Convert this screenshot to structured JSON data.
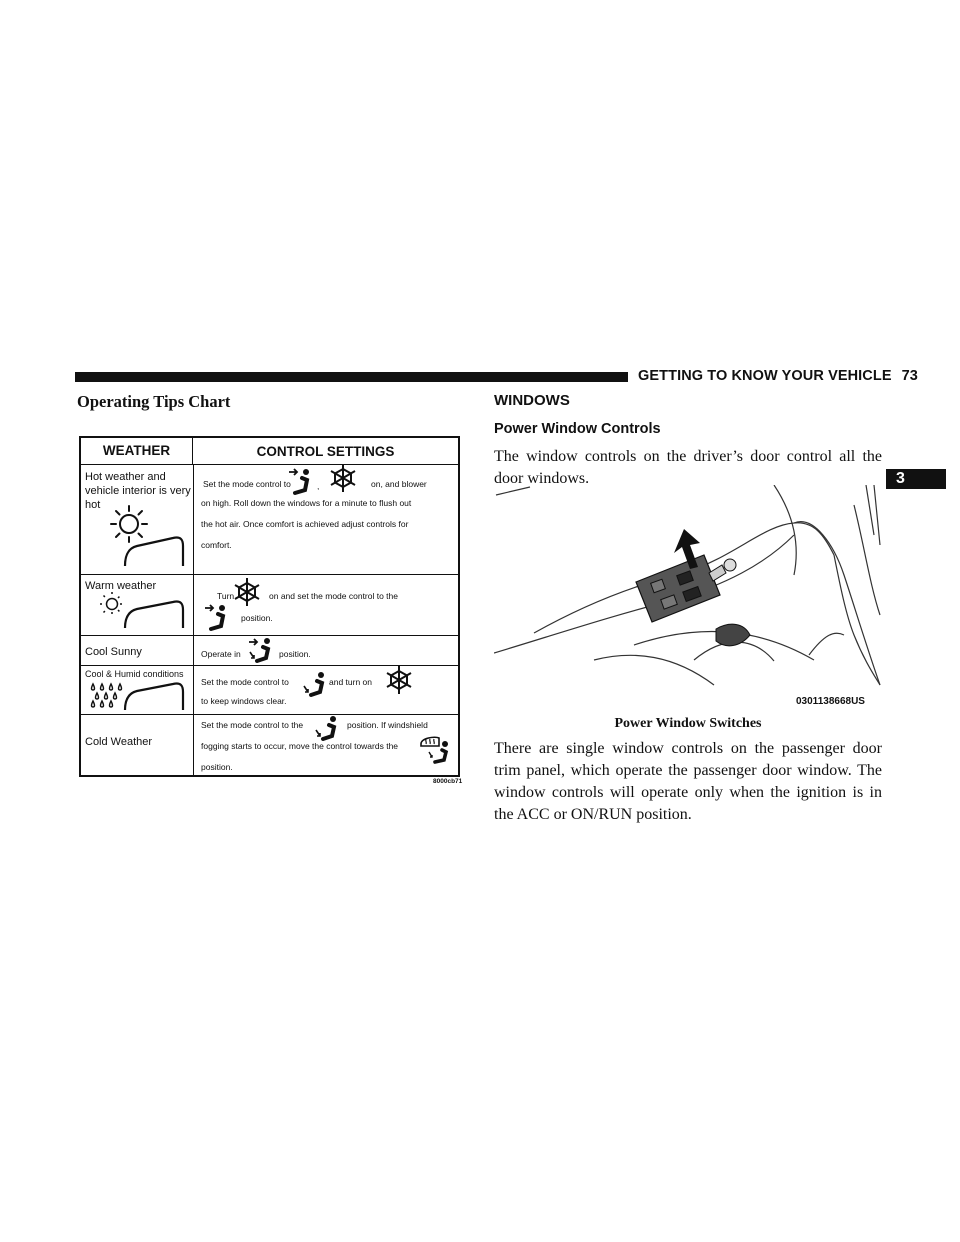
{
  "header": {
    "section": "GETTING TO KNOW YOUR VEHICLE",
    "page_number": "73",
    "chapter_tab": "3"
  },
  "left": {
    "title": "Operating Tips Chart",
    "chart": {
      "col_weather": "WEATHER",
      "col_settings": "CONTROL SETTINGS",
      "rows": [
        {
          "weather_lines": [
            "Hot weather and",
            "vehicle interior is very",
            "hot"
          ],
          "settings": {
            "a1": "Set the mode control to",
            "a2": ",",
            "a3": "on, and blower",
            "b": "on high. Roll down the windows for a minute to flush out",
            "c": "the hot air. Once comfort is achieved adjust controls for",
            "d": "comfort."
          }
        },
        {
          "weather": "Warm weather",
          "settings": {
            "a1": "Turn",
            "a2": "on and set the mode control to the",
            "b": "position."
          }
        },
        {
          "weather": "Cool Sunny",
          "settings": {
            "a1": "Operate in",
            "a2": "position."
          }
        },
        {
          "weather": "Cool & Humid conditions",
          "settings": {
            "a1": "Set the mode control to",
            "a2": "and turn on",
            "b": "to keep windows clear."
          }
        },
        {
          "weather": "Cold Weather",
          "settings": {
            "a1": "Set the mode control to the",
            "a2": "position. If windshield",
            "b": "fogging starts to occur, move the control towards the",
            "c": "position."
          }
        }
      ],
      "ref_code": "8000cb71"
    }
  },
  "right": {
    "heading": "WINDOWS",
    "subheading": "Power Window Controls",
    "para1": "The window controls on the driver’s door control all the door windows.",
    "figure_code": "0301138668US",
    "caption": "Power Window Switches",
    "para2": "There are single window controls on the passenger door trim panel, which operate the passenger door window. The window controls will operate only when the ignition is in the ACC or ON/RUN position."
  },
  "icons": [
    "sun-icon",
    "car-seat-icon",
    "snowflake-icon",
    "panel-vent-mode-icon",
    "floor-mode-icon",
    "defrost-icon",
    "rain-drops-icon",
    "arrow-icon"
  ]
}
